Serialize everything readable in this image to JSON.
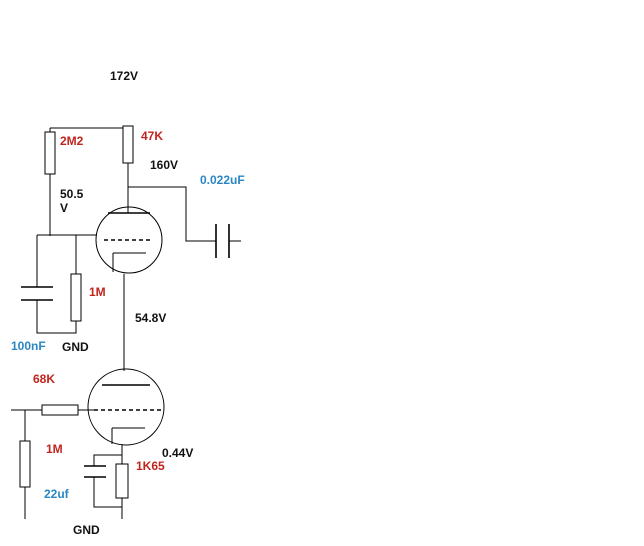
{
  "voltages": {
    "supply": "172V",
    "plate_v1": "160V",
    "grid_v1_line1": "50.5",
    "grid_v1_line2": "V",
    "cathode_v1": "54.8V",
    "cathode_v2": "0.44V"
  },
  "resistors": {
    "r_2m2": "2M2",
    "r_47k": "47K",
    "r_1m_top": "1M",
    "r_68k": "68K",
    "r_1m_bottom": "1M",
    "r_1k65": "1K65"
  },
  "capacitors": {
    "c_out": "0.022uF",
    "c_100nf": "100nF",
    "c_22uf": "22uf"
  },
  "grounds": {
    "gnd_top": "GND",
    "gnd_bottom": "GND"
  },
  "colors": {
    "voltage_text": "#111111",
    "resistor_text": "#c0251d",
    "capacitor_text": "#2b86c2"
  }
}
